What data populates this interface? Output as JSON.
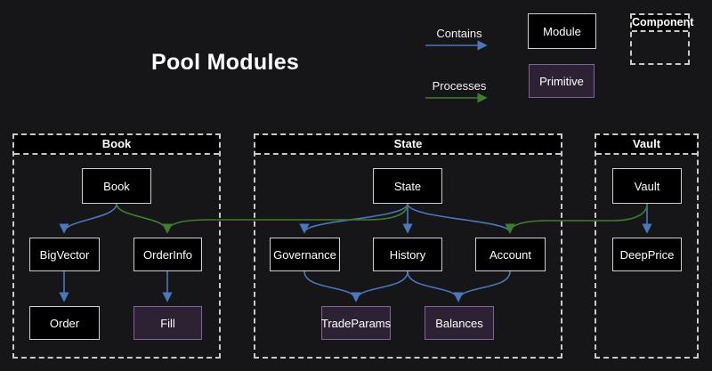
{
  "title": "Pool Modules",
  "legend": {
    "contains": "Contains",
    "processes": "Processes",
    "module": "Module",
    "primitive": "Primitive",
    "component": "Component"
  },
  "colors": {
    "background": "#161619",
    "text": "#ffffff",
    "contains_arrow": "#4a78bc",
    "processes_arrow": "#3e7e2d",
    "module_fill": "#000000",
    "module_border": "#cfcfcf",
    "primitive_fill": "#2c2234",
    "primitive_border": "#7d6693",
    "cluster_border": "#c9c9c9"
  },
  "containers": {
    "book": {
      "label": "Book"
    },
    "state": {
      "label": "State"
    },
    "vault": {
      "label": "Vault"
    }
  },
  "nodes": {
    "book": {
      "label": "Book",
      "kind": "module"
    },
    "bigvector": {
      "label": "BigVector",
      "kind": "module"
    },
    "orderinfo": {
      "label": "OrderInfo",
      "kind": "module"
    },
    "order": {
      "label": "Order",
      "kind": "module"
    },
    "fill": {
      "label": "Fill",
      "kind": "primitive"
    },
    "state": {
      "label": "State",
      "kind": "module"
    },
    "governance": {
      "label": "Governance",
      "kind": "module"
    },
    "history": {
      "label": "History",
      "kind": "module"
    },
    "account": {
      "label": "Account",
      "kind": "module"
    },
    "tradeparams": {
      "label": "TradeParams",
      "kind": "primitive"
    },
    "balances": {
      "label": "Balances",
      "kind": "primitive"
    },
    "vault": {
      "label": "Vault",
      "kind": "module"
    },
    "deepprice": {
      "label": "DeepPrice",
      "kind": "module"
    }
  },
  "edges": [
    {
      "from": "book",
      "to": "bigvector",
      "type": "contains"
    },
    {
      "from": "book",
      "to": "orderinfo",
      "type": "processes"
    },
    {
      "from": "bigvector",
      "to": "order",
      "type": "contains"
    },
    {
      "from": "orderinfo",
      "to": "fill",
      "type": "contains"
    },
    {
      "from": "state",
      "to": "governance",
      "type": "contains"
    },
    {
      "from": "state",
      "to": "history",
      "type": "contains"
    },
    {
      "from": "state",
      "to": "account",
      "type": "contains"
    },
    {
      "from": "state",
      "to": "orderinfo",
      "type": "processes"
    },
    {
      "from": "governance",
      "to": "tradeparams",
      "type": "contains"
    },
    {
      "from": "history",
      "to": "tradeparams",
      "type": "contains"
    },
    {
      "from": "history",
      "to": "balances",
      "type": "contains"
    },
    {
      "from": "account",
      "to": "balances",
      "type": "contains"
    },
    {
      "from": "vault",
      "to": "deepprice",
      "type": "contains"
    },
    {
      "from": "vault",
      "to": "account",
      "type": "processes"
    }
  ]
}
